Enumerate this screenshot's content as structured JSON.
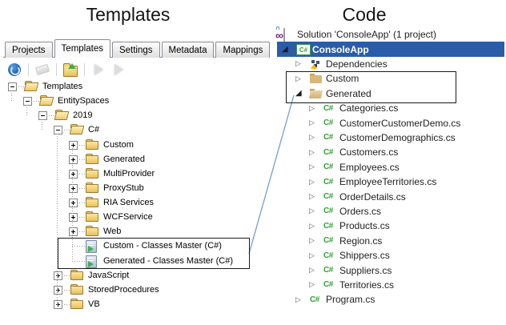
{
  "left_panel": {
    "title": "Templates",
    "active_tab": "Templates",
    "tabs": [
      {
        "label": "Projects"
      },
      {
        "label": "Templates"
      },
      {
        "label": "Settings"
      },
      {
        "label": "Metadata"
      },
      {
        "label": "Mappings"
      }
    ],
    "toolbar": [
      {
        "name": "refresh-button",
        "icon": "refresh-icon",
        "enabled": true
      },
      {
        "name": "clear-button",
        "icon": "eraser-icon",
        "enabled": false
      },
      {
        "name": "open-template-folder-button",
        "icon": "folder-up-arrow-icon",
        "enabled": true
      },
      {
        "name": "run-template-button",
        "icon": "play-icon",
        "enabled": false
      },
      {
        "name": "run-all-templates-button",
        "icon": "play-icon",
        "enabled": false
      }
    ],
    "tree": [
      {
        "label": "Templates",
        "level": 0,
        "icon": "folder-open-xp",
        "expander": "minus"
      },
      {
        "label": "EntitySpaces",
        "level": 1,
        "icon": "folder-open-xp",
        "expander": "minus"
      },
      {
        "label": "2019",
        "level": 2,
        "icon": "folder-open-xp",
        "expander": "minus"
      },
      {
        "label": "C#",
        "level": 3,
        "icon": "folder-open-xp",
        "expander": "minus"
      },
      {
        "label": "Custom",
        "level": 4,
        "icon": "folder-xp",
        "expander": "plus"
      },
      {
        "label": "Generated",
        "level": 4,
        "icon": "folder-xp",
        "expander": "plus"
      },
      {
        "label": "MultiProvider",
        "level": 4,
        "icon": "folder-xp",
        "expander": "plus"
      },
      {
        "label": "ProxyStub",
        "level": 4,
        "icon": "folder-xp",
        "expander": "plus"
      },
      {
        "label": "RIA Services",
        "level": 4,
        "icon": "folder-xp",
        "expander": "plus"
      },
      {
        "label": "WCFService",
        "level": 4,
        "icon": "folder-xp",
        "expander": "plus"
      },
      {
        "label": "Web",
        "level": 4,
        "icon": "folder-xp",
        "expander": "plus"
      },
      {
        "label": "Custom - Classes Master (C#)",
        "level": 4,
        "icon": "template-file",
        "expander": "none"
      },
      {
        "label": "Generated - Classes Master (C#)",
        "level": 4,
        "icon": "template-file",
        "expander": "none"
      },
      {
        "label": "JavaScript",
        "level": 3,
        "icon": "folder-xp",
        "expander": "plus"
      },
      {
        "label": "StoredProcedures",
        "level": 3,
        "icon": "folder-xp",
        "expander": "plus"
      },
      {
        "label": "VB",
        "level": 3,
        "icon": "folder-xp",
        "expander": "plus"
      }
    ]
  },
  "right_panel": {
    "title": "Code",
    "tree": [
      {
        "label": "Solution 'ConsoleApp' (1 project)",
        "level": 0,
        "icon": "solution",
        "expander": "none"
      },
      {
        "label": "ConsoleApp",
        "level": 0,
        "icon": "csharp-project",
        "expander": "expanded",
        "selected": true
      },
      {
        "label": "Dependencies",
        "level": 1,
        "icon": "dependencies",
        "expander": "collapsed"
      },
      {
        "label": "Custom",
        "level": 1,
        "icon": "vs-folder",
        "expander": "collapsed"
      },
      {
        "label": "Generated",
        "level": 1,
        "icon": "vs-folder-open",
        "expander": "expanded"
      },
      {
        "label": "Categories.cs",
        "level": 2,
        "icon": "csharp-file",
        "expander": "collapsed"
      },
      {
        "label": "CustomerCustomerDemo.cs",
        "level": 2,
        "icon": "csharp-file",
        "expander": "collapsed"
      },
      {
        "label": "CustomerDemographics.cs",
        "level": 2,
        "icon": "csharp-file",
        "expander": "collapsed"
      },
      {
        "label": "Customers.cs",
        "level": 2,
        "icon": "csharp-file",
        "expander": "collapsed"
      },
      {
        "label": "Employees.cs",
        "level": 2,
        "icon": "csharp-file",
        "expander": "collapsed"
      },
      {
        "label": "EmployeeTerritories.cs",
        "level": 2,
        "icon": "csharp-file",
        "expander": "collapsed"
      },
      {
        "label": "OrderDetails.cs",
        "level": 2,
        "icon": "csharp-file",
        "expander": "collapsed"
      },
      {
        "label": "Orders.cs",
        "level": 2,
        "icon": "csharp-file",
        "expander": "collapsed"
      },
      {
        "label": "Products.cs",
        "level": 2,
        "icon": "csharp-file",
        "expander": "collapsed"
      },
      {
        "label": "Region.cs",
        "level": 2,
        "icon": "csharp-file",
        "expander": "collapsed"
      },
      {
        "label": "Shippers.cs",
        "level": 2,
        "icon": "csharp-file",
        "expander": "collapsed"
      },
      {
        "label": "Suppliers.cs",
        "level": 2,
        "icon": "csharp-file",
        "expander": "collapsed"
      },
      {
        "label": "Territories.cs",
        "level": 2,
        "icon": "csharp-file",
        "expander": "collapsed"
      },
      {
        "label": "Program.cs",
        "level": 1,
        "icon": "csharp-file",
        "expander": "collapsed"
      }
    ]
  },
  "icon_glyphs": {
    "csharp": "C#",
    "vs_infinity": "∞",
    "chevron_collapsed": "▷",
    "chevron_expanded": "◢"
  },
  "colors": {
    "selection_blue": "#2a5ca8",
    "connector_blue": "#7fa3d1",
    "highlight_box": "#1a1a1a",
    "csharp_green": "#369e36",
    "folder_tan": "#d9b679"
  }
}
